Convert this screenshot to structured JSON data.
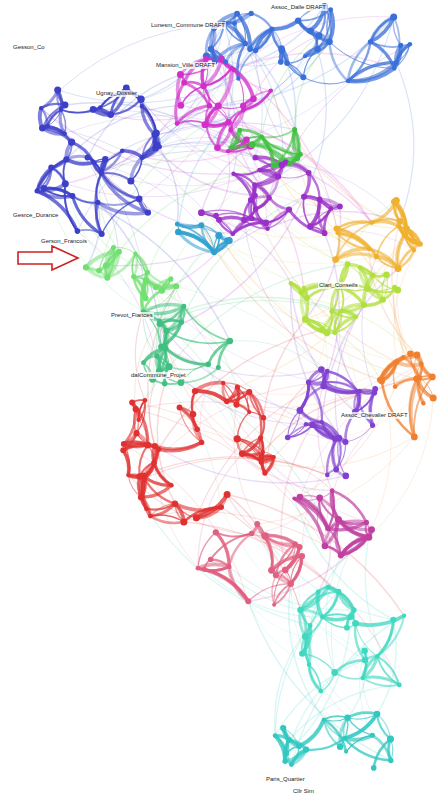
{
  "diagram": {
    "labels": [
      "Assoc_Dalle DRAFT",
      "Lunesm_Commune DRAFT",
      "Mansion_Ville DRAFT",
      "Gesson_Co",
      "Ugnay_Dossier",
      "Gesrce_Durance",
      "Gerson_Francois",
      "Prevot_Fiances",
      "Clari_Conseils",
      "dalCommune_Projet",
      "Assoc_Chevalier DRAFT",
      "Paris_Quartier",
      "Cllr Sim"
    ]
  }
}
